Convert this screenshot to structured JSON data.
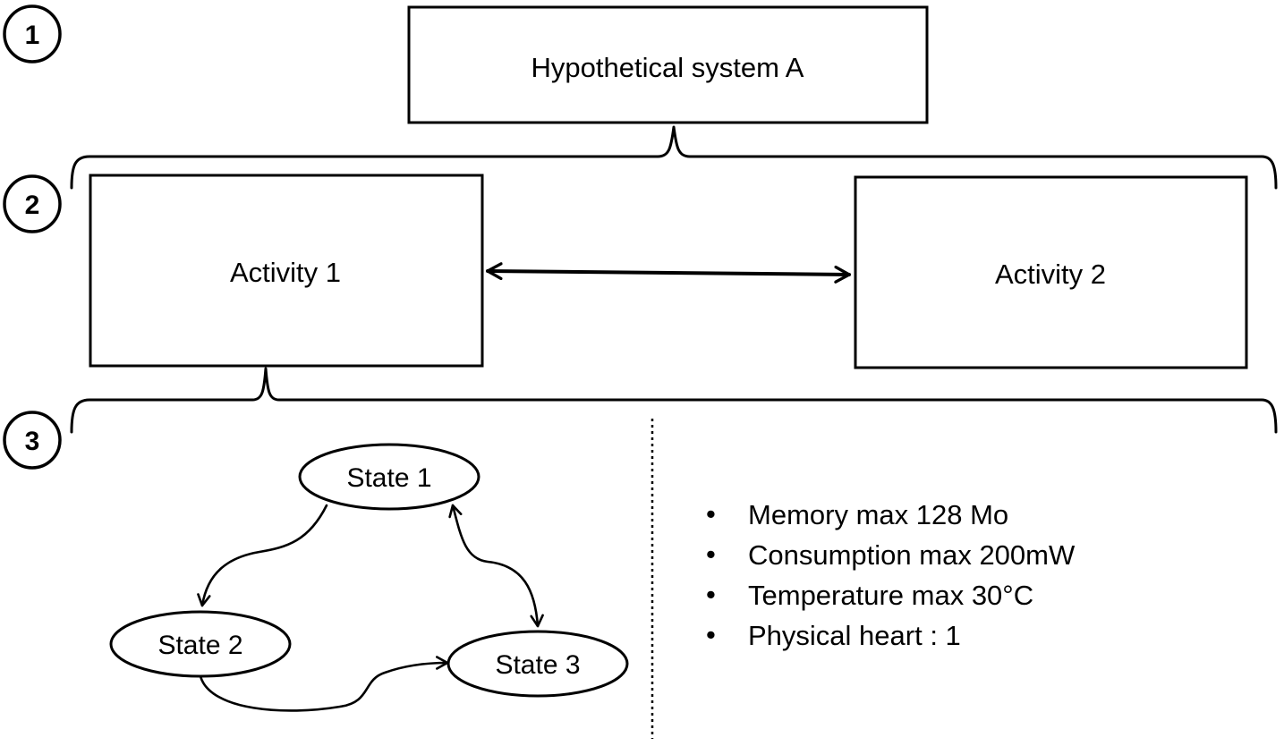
{
  "step_markers": [
    "1",
    "2",
    "3"
  ],
  "level1": {
    "system_label": "Hypothetical system A"
  },
  "level2": {
    "activities": [
      "Activity 1",
      "Activity 2"
    ]
  },
  "level3": {
    "states": [
      "State 1",
      "State 2",
      "State 3"
    ],
    "constraints": [
      "Memory max 128 Mo",
      "Consumption max 200mW",
      "Temperature max 30°C",
      "Physical heart : 1"
    ],
    "bullet_char": "•"
  }
}
